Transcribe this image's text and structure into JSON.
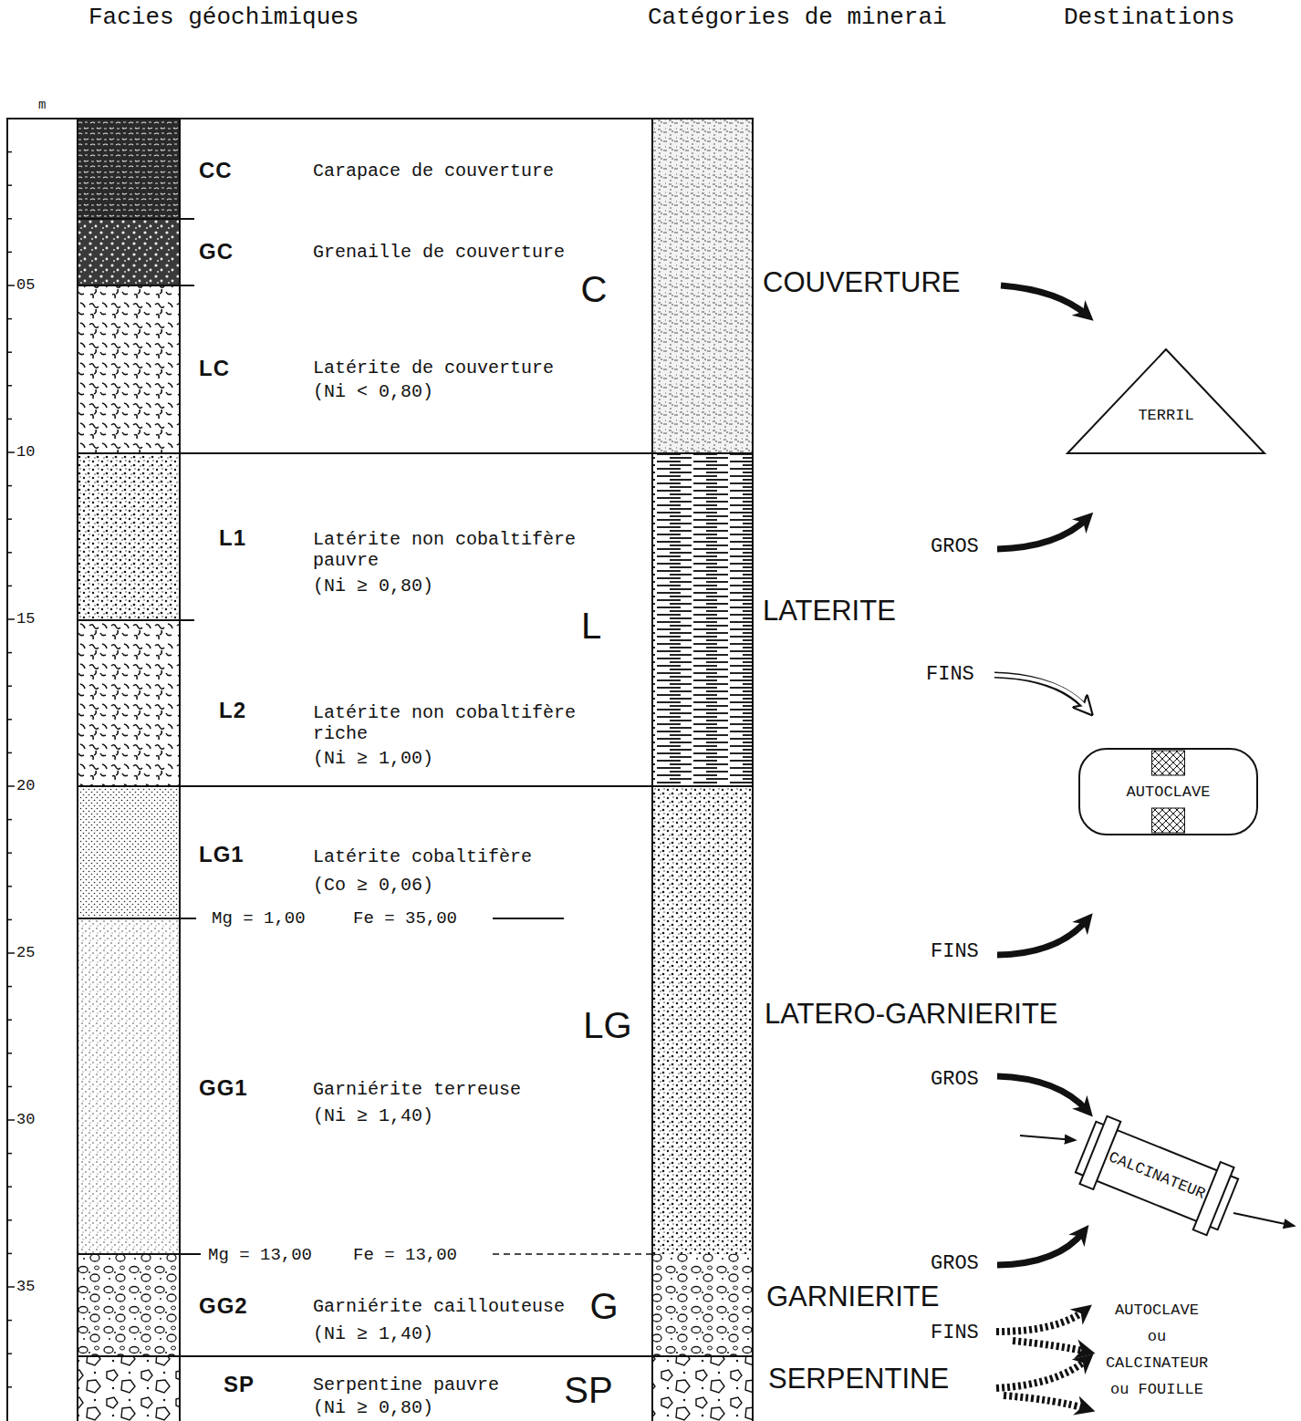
{
  "diagram": {
    "nodes": [
      {
        "text": [
          "TERRIL"
        ]
      },
      {
        "text": [
          "AUTOCLAVE"
        ]
      },
      {
        "text": [
          "CALCINATEUR"
        ]
      }
    ],
    "labels": [
      "Facies géochimiques",
      "Catégories de minerai",
      "Destinations",
      "m",
      "05",
      "10",
      "15",
      "20",
      "25",
      "30",
      "35",
      "CC",
      "Carapace de couverture",
      "GC",
      "Grenaille de couverture",
      "C",
      "LC",
      "Latérite de couverture",
      "(Ni < 0,80)",
      "L1",
      "Latérite non cobaltifère pauvre",
      "(Ni ≥ 0,80)",
      "L",
      "L2",
      "Latérite non cobaltifère riche",
      "(Ni ≥ 1,00)",
      "LG1",
      "Latérite cobaltifère",
      "(Co ≥ 0,06)",
      "Mg = 1,00",
      "Fe = 35,00",
      "LG",
      "GG1",
      "Garniérite terreuse",
      "(Ni ≥ 1,40)",
      "Mg = 13,00",
      "Fe = 13,00",
      "GG2",
      "Garniérite caillouteuse",
      "G",
      "(Ni ≥ 1,40)",
      "SP",
      "Serpentine pauvre",
      "SP",
      "(Ni ≥ 0,80)",
      "COUVERTURE",
      "LATERITE",
      "LATERO-GARNIERITE",
      "GARNIERITE",
      "SERPENTINE",
      "GROS",
      "FINS",
      "FINS",
      "GROS",
      "GROS",
      "FINS",
      "AUTOCLAVE ou CALCINATEUR ou FOUILLE"
    ]
  }
}
